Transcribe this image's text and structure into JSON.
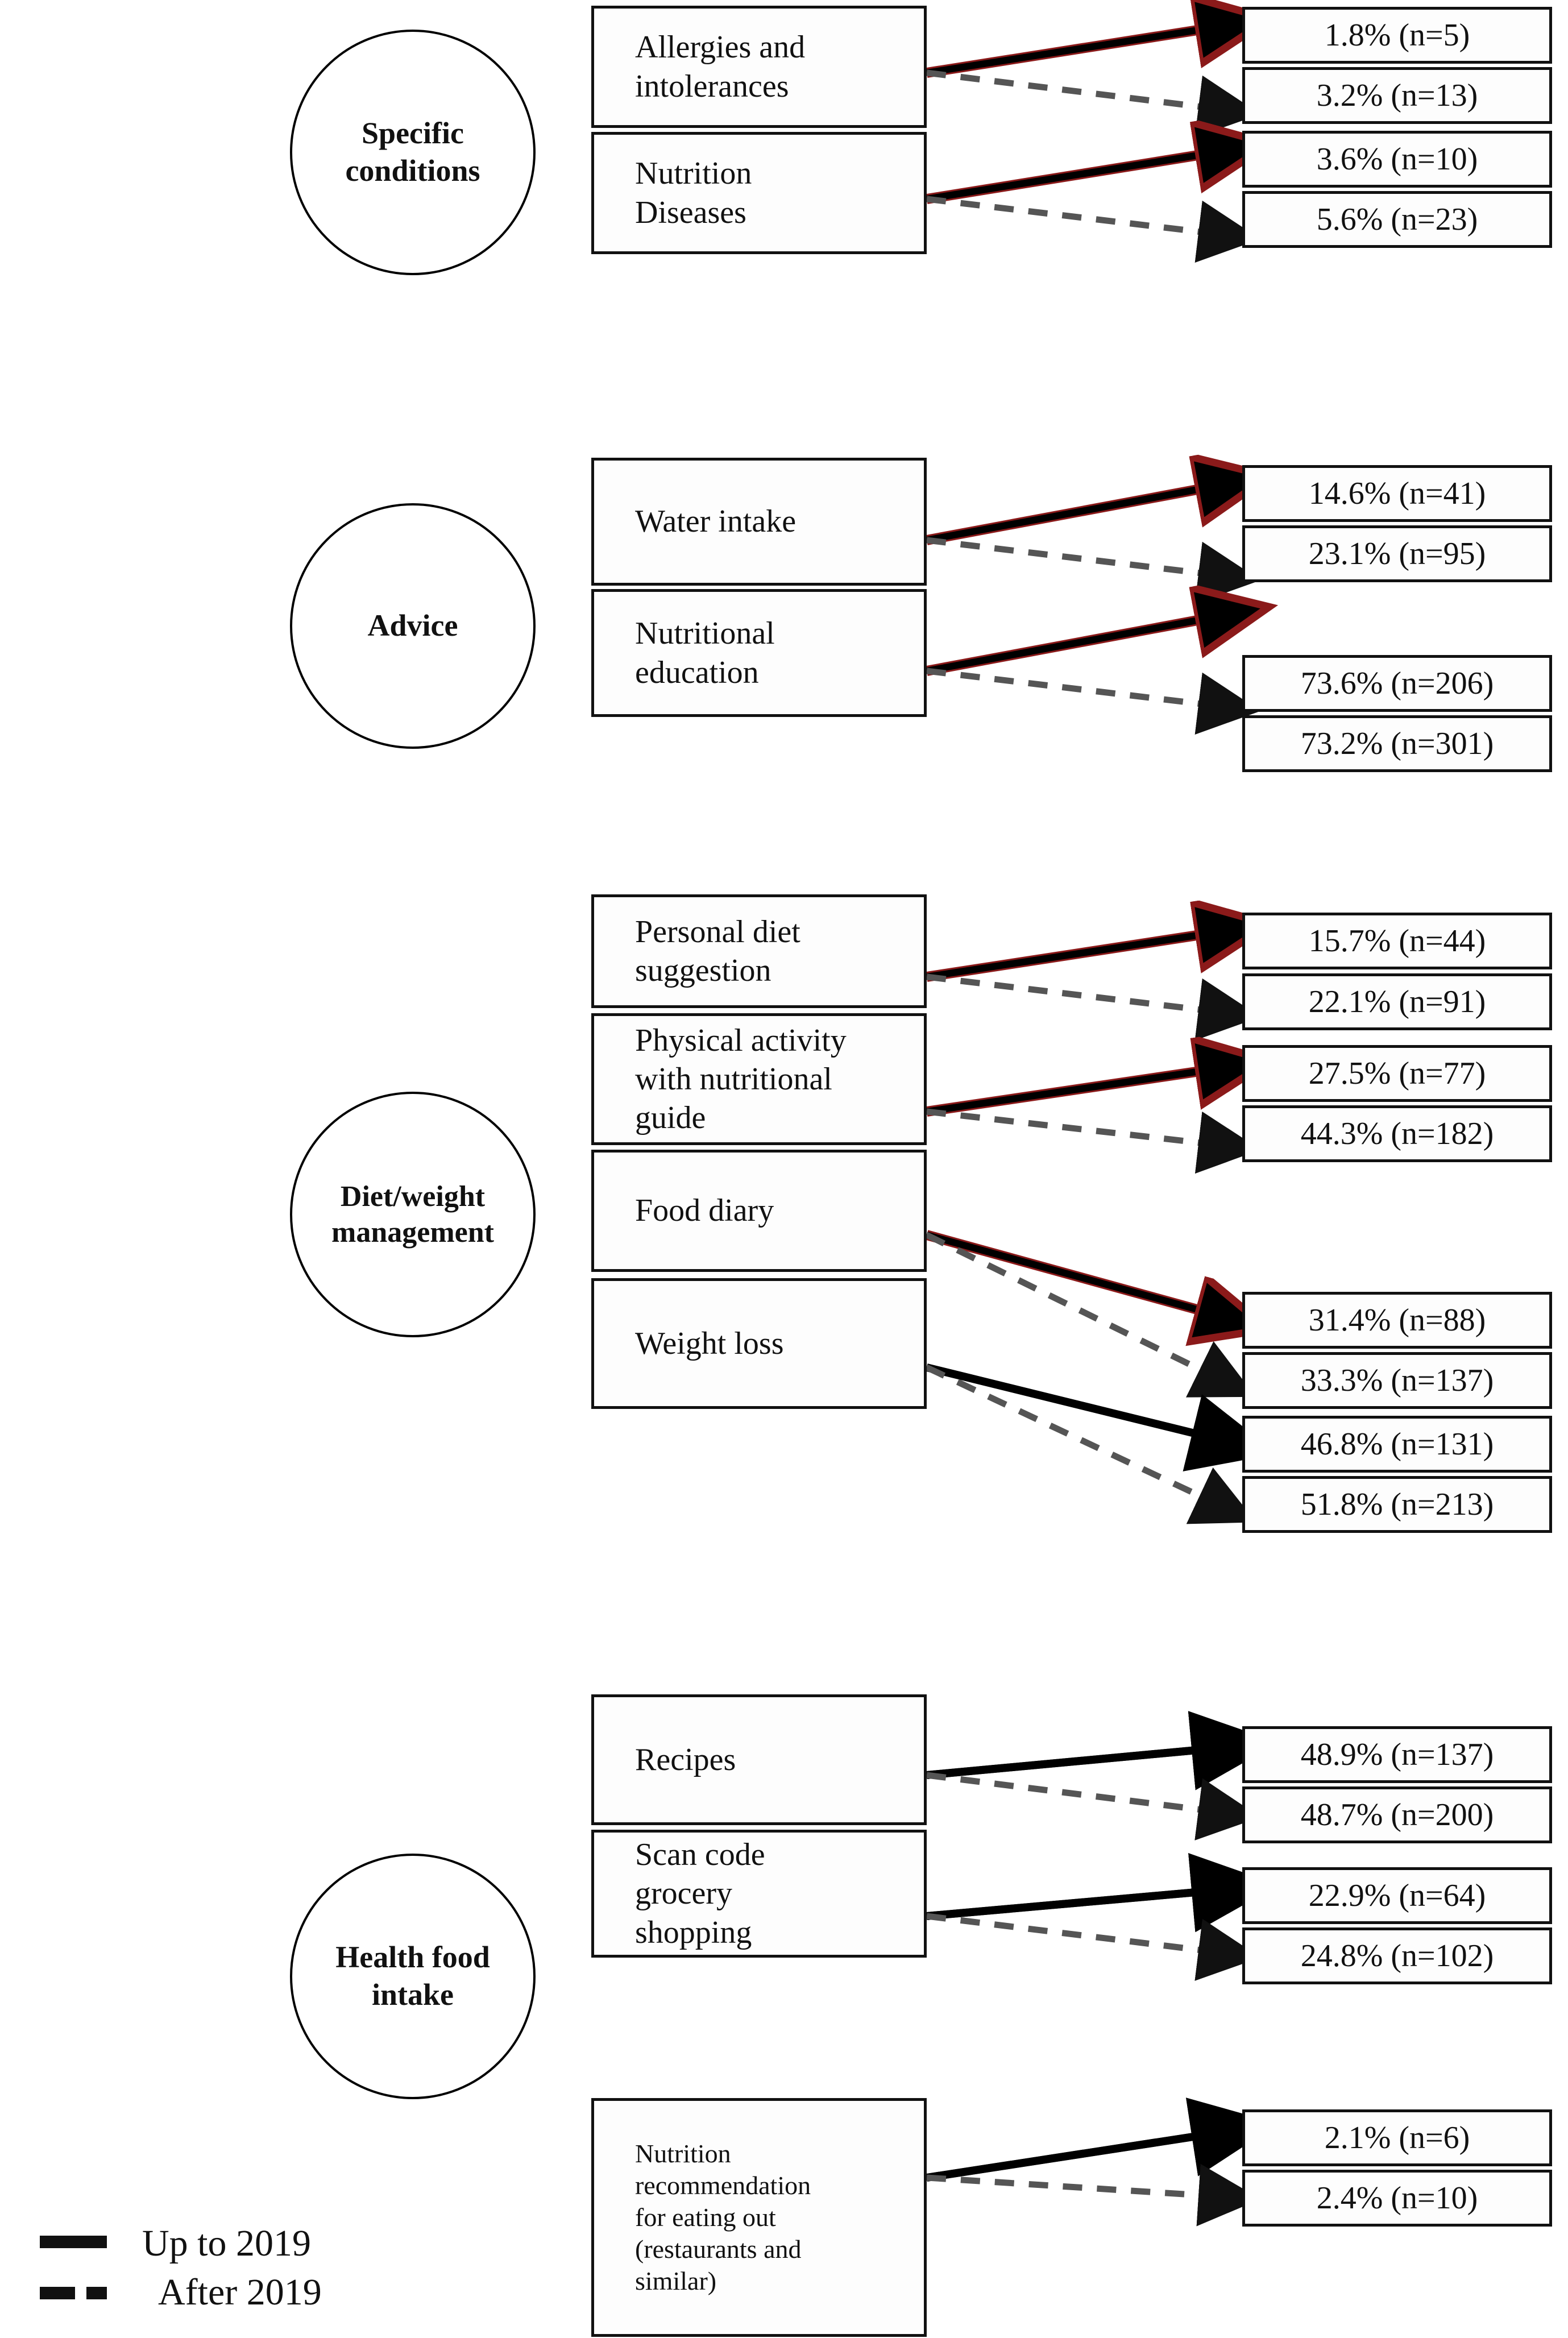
{
  "legend": {
    "solid_label": "Up to 2019",
    "dashed_label": "After 2019",
    "solid_icon": "solid-line-icon",
    "dashed_icon": "dashed-line-icon"
  },
  "colors": {
    "stroke": "#111111",
    "solid_arrow": "#000000",
    "solid_arrow_accent": "#8B1A1A",
    "dashed_arrow": "#555555",
    "box_fill": "#fdfdfd"
  },
  "chart_data": {
    "type": "diagram",
    "title": "",
    "series": [
      {
        "name": "Up to 2019",
        "style": "solid"
      },
      {
        "name": "After 2019",
        "style": "dashed"
      }
    ],
    "groups": [
      {
        "category": "Specific\nconditions",
        "items": [
          {
            "label": "Allergies and\nintolerances",
            "up_to_2019": "1.8% (n=5)",
            "after_2019": "3.2% (n=13)",
            "up_to_2019_pct": 1.8,
            "up_to_2019_n": 5,
            "after_2019_pct": 3.2,
            "after_2019_n": 13,
            "accent": true
          },
          {
            "label": "Nutrition\nDiseases",
            "up_to_2019": "3.6% (n=10)",
            "after_2019": "5.6% (n=23)",
            "up_to_2019_pct": 3.6,
            "up_to_2019_n": 10,
            "after_2019_pct": 5.6,
            "after_2019_n": 23,
            "accent": true
          }
        ]
      },
      {
        "category": "Advice",
        "items": [
          {
            "label": "Water intake",
            "up_to_2019": "14.6% (n=41)",
            "after_2019": "23.1% (n=95)",
            "up_to_2019_pct": 14.6,
            "up_to_2019_n": 41,
            "after_2019_pct": 23.1,
            "after_2019_n": 95,
            "accent": true
          },
          {
            "label": "Nutritional\neducation",
            "up_to_2019": "73.6% (n=206)",
            "after_2019": "73.2% (n=301)",
            "up_to_2019_pct": 73.6,
            "up_to_2019_n": 206,
            "after_2019_pct": 73.2,
            "after_2019_n": 301,
            "accent": true
          }
        ]
      },
      {
        "category": "Diet/weight\nmanagement",
        "items": [
          {
            "label": "Personal diet\nsuggestion",
            "up_to_2019": "15.7% (n=44)",
            "after_2019": "22.1% (n=91)",
            "up_to_2019_pct": 15.7,
            "up_to_2019_n": 44,
            "after_2019_pct": 22.1,
            "after_2019_n": 91,
            "accent": true
          },
          {
            "label": "Physical activity\nwith nutritional\nguide",
            "up_to_2019": "27.5% (n=77)",
            "after_2019": "44.3% (n=182)",
            "up_to_2019_pct": 27.5,
            "up_to_2019_n": 77,
            "after_2019_pct": 44.3,
            "after_2019_n": 182,
            "accent": true
          },
          {
            "label": "Food diary",
            "up_to_2019": "31.4% (n=88)",
            "after_2019": "33.3% (n=137)",
            "up_to_2019_pct": 31.4,
            "up_to_2019_n": 88,
            "after_2019_pct": 33.3,
            "after_2019_n": 137,
            "accent": true
          },
          {
            "label": "Weight loss",
            "up_to_2019": "46.8% (n=131)",
            "after_2019": "51.8% (n=213)",
            "up_to_2019_pct": 46.8,
            "up_to_2019_n": 131,
            "after_2019_pct": 51.8,
            "after_2019_n": 213,
            "accent": false
          }
        ]
      },
      {
        "category": "Health food\nintake",
        "items": [
          {
            "label": "Recipes",
            "up_to_2019": "48.9% (n=137)",
            "after_2019": "48.7% (n=200)",
            "up_to_2019_pct": 48.9,
            "up_to_2019_n": 137,
            "after_2019_pct": 48.7,
            "after_2019_n": 200,
            "accent": false
          },
          {
            "label": "Scan code\ngrocery\nshopping",
            "up_to_2019": "22.9% (n=64)",
            "after_2019": "24.8% (n=102)",
            "up_to_2019_pct": 22.9,
            "up_to_2019_n": 64,
            "after_2019_pct": 24.8,
            "after_2019_n": 102,
            "accent": false
          },
          {
            "label": "Nutrition\nrecommendation\nfor eating out\n(restaurants and\nsimilar)",
            "up_to_2019": "2.1% (n=6)",
            "after_2019": "2.4% (n=10)",
            "up_to_2019_pct": 2.1,
            "up_to_2019_n": 6,
            "after_2019_pct": 2.4,
            "after_2019_n": 10,
            "accent": false
          }
        ]
      }
    ]
  }
}
